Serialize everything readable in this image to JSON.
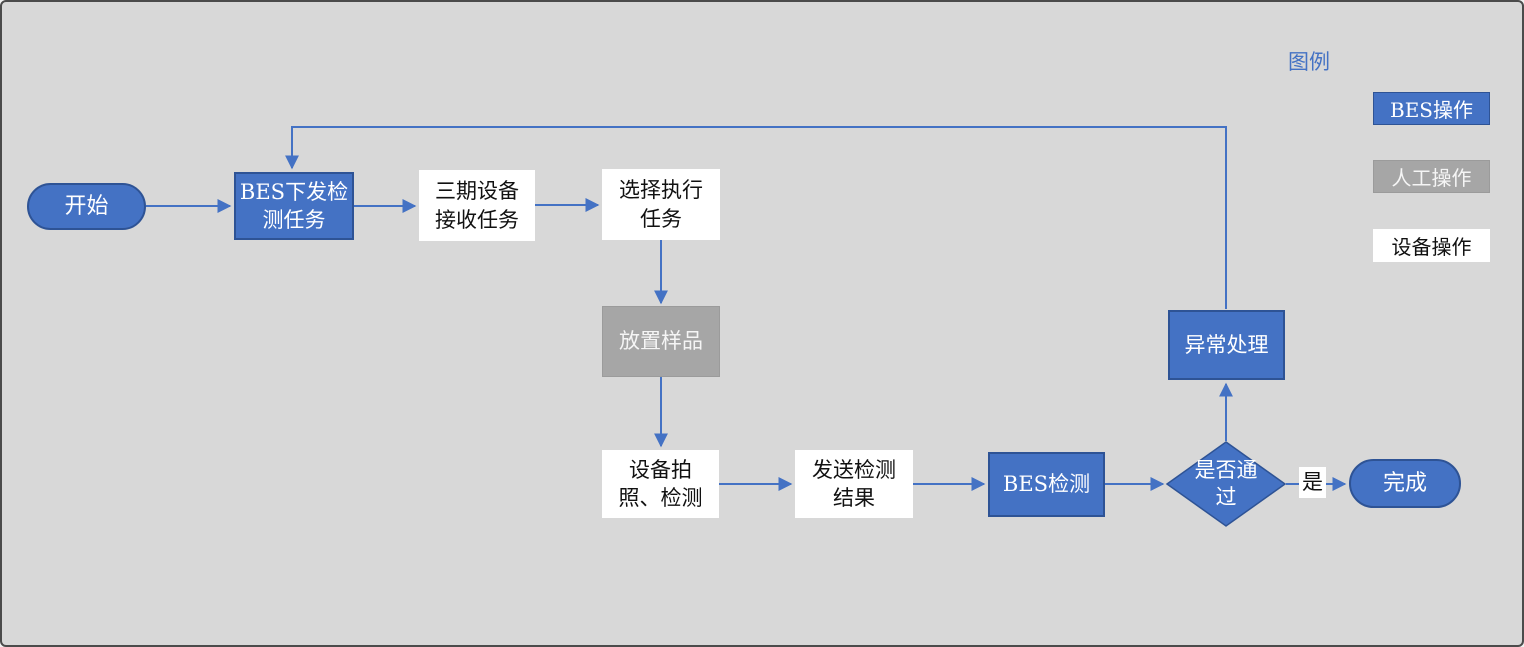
{
  "legend": {
    "title": "图例",
    "items": [
      {
        "label": "BES操作",
        "fill": "#4472C4",
        "text_color": "#FFFFFF"
      },
      {
        "label": "人工操作",
        "fill": "#A6A6A6",
        "text_color": "#FFFFFF"
      },
      {
        "label": "设备操作",
        "fill": "#FFFFFF",
        "text_color": "#000000"
      }
    ]
  },
  "colors": {
    "bes_blue": "#4472C4",
    "blue_border": "#2E5395",
    "manual_gray": "#A6A6A6",
    "device_white": "#FFFFFF",
    "background": "#D8D8D8",
    "arrow": "#4472C4"
  },
  "nodes": {
    "start": "开始",
    "bes_issue": "BES下发检\n测任务",
    "phase3_receive": "三期设备\n接收任务",
    "select_task": "选择执行\n任务",
    "place_sample": "放置样品",
    "device_photo": "设备拍\n照、检测",
    "send_result": "发送检测\n结果",
    "bes_detect": "BES检测",
    "decision": "是否通\n过",
    "done": "完成",
    "exception": "异常处理"
  },
  "edge_labels": {
    "yes": "是"
  }
}
